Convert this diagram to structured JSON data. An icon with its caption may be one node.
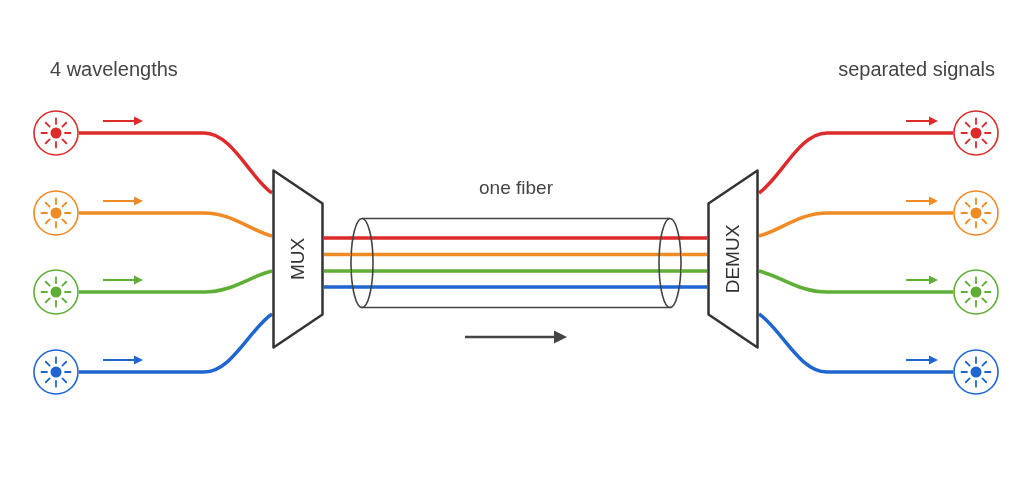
{
  "diagram": {
    "nodes": [
      {
        "text": [],
        "shape": "circle"
      },
      {
        "text": [],
        "shape": "circle"
      },
      {
        "text": [],
        "shape": "circle"
      },
      {
        "text": [],
        "shape": "circle"
      },
      {
        "text": [
          "MUX"
        ]
      },
      {
        "text": [
          "one fiber"
        ]
      },
      {
        "text": [
          "DEMUX"
        ]
      },
      {
        "text": [],
        "shape": "circle"
      },
      {
        "text": [],
        "shape": "circle"
      },
      {
        "text": [],
        "shape": "circle"
      },
      {
        "text": [],
        "shape": "circle"
      }
    ],
    "edges": [
      {
        "from": 0,
        "to": 4,
        "arrow": "none",
        "color": "#dd2a2a"
      },
      {
        "from": 1,
        "to": 4,
        "arrow": "none",
        "color": "#f08a24"
      },
      {
        "from": 2,
        "to": 4,
        "arrow": "none",
        "color": "#5fae35"
      },
      {
        "from": 3,
        "to": 4,
        "arrow": "none",
        "color": "#1f66d0"
      },
      {
        "from": 4,
        "to": 5,
        "arrow": "none",
        "color": "#dd2a2a"
      },
      {
        "from": 4,
        "to": 5,
        "arrow": "none",
        "color": "#f08a24"
      },
      {
        "from": 4,
        "to": 5,
        "arrow": "none",
        "color": "#5fae35"
      },
      {
        "from": 4,
        "to": 5,
        "arrow": "none",
        "color": "#1f66d0"
      },
      {
        "from": 5,
        "to": 6,
        "arrow": "none",
        "color": "#dd2a2a"
      },
      {
        "from": 5,
        "to": 6,
        "arrow": "none",
        "color": "#f08a24"
      },
      {
        "from": 5,
        "to": 6,
        "arrow": "none",
        "color": "#5fae35"
      },
      {
        "from": 5,
        "to": 6,
        "arrow": "none",
        "color": "#1f66d0"
      },
      {
        "from": 6,
        "to": 7,
        "arrow": "none",
        "color": "#dd2a2a"
      },
      {
        "from": 6,
        "to": 8,
        "arrow": "none",
        "color": "#f08a24"
      },
      {
        "from": 6,
        "to": 9,
        "arrow": "none",
        "color": "#5fae35"
      },
      {
        "from": 6,
        "to": 10,
        "arrow": "none",
        "color": "#1f66d0"
      }
    ],
    "labels": [
      "4 wavelengths",
      "separated signals"
    ]
  }
}
